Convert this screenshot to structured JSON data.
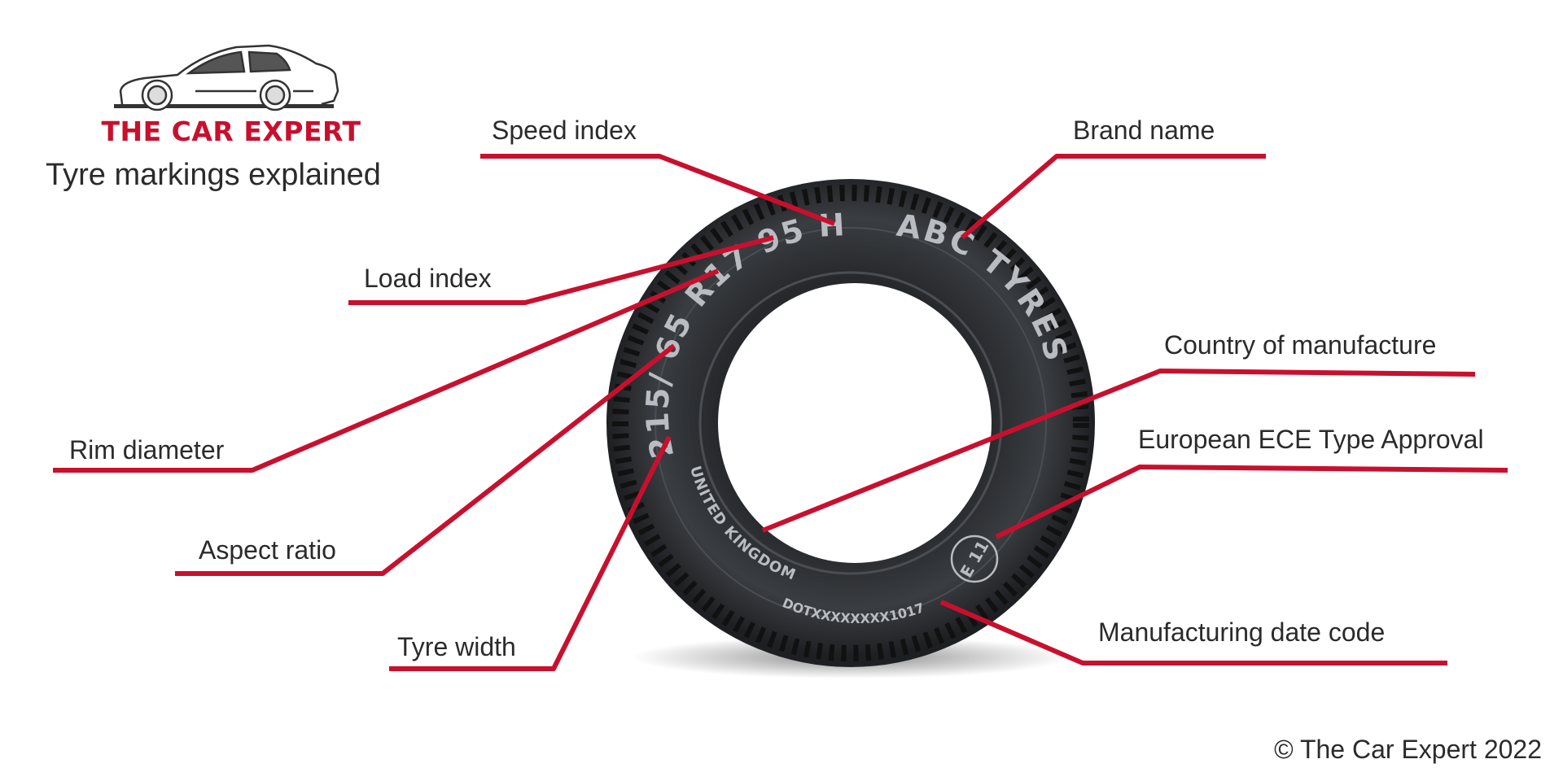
{
  "header": {
    "brand": "THE CAR EXPERT",
    "subtitle": "Tyre markings explained"
  },
  "tyre": {
    "size_marking": "215/ 65 R17 95 H",
    "brand_marking": "ABC TYRES",
    "country_marking": "UNITED KINGDOM",
    "approval_marking": "E 11",
    "date_marking": "DOTXXXXXXXX1017"
  },
  "labels": {
    "speed_index": "Speed index",
    "brand_name": "Brand name",
    "load_index": "Load index",
    "country": "Country of manufacture",
    "ece": "European ECE Type Approval",
    "rim_diameter": "Rim diameter",
    "aspect_ratio": "Aspect ratio",
    "tyre_width": "Tyre width",
    "date_code": "Manufacturing date code"
  },
  "footer": {
    "copyright": "© The Car Expert 2022"
  },
  "colors": {
    "accent": "#c8102e",
    "tyre": "#2f3236",
    "text": "#2b2b2b"
  }
}
